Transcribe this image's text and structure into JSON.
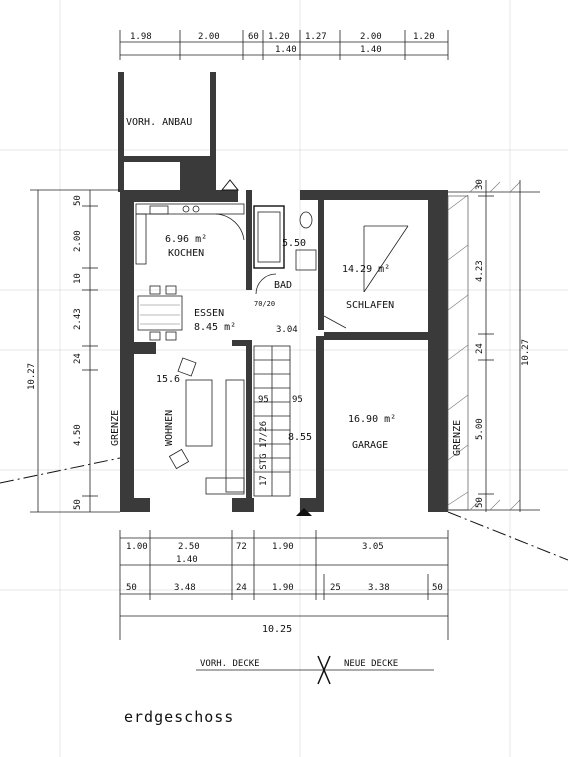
{
  "rooms": {
    "anbau": "VORH. ANBAU",
    "kochen": "KOCHEN",
    "kochen_area": "6.96 m²",
    "bad": "BAD",
    "bad_area": "5.50",
    "essen": "ESSEN",
    "essen_area": "8.45 m²",
    "schlafen": "SCHLAFEN",
    "schlafen_area": "14.29 m²",
    "wohnen": "WOHNEN",
    "wohnen_area": "15.6",
    "flur_area": "8.55",
    "garage": "GARAGE",
    "garage_area": "16.90 m²",
    "grenze_left": "GRENZE",
    "grenze_right": "GRENZE",
    "stair_label": "17 STG 17/26",
    "stair_95a": "95",
    "stair_95b": "95",
    "corridor_304": "3.04",
    "bad_door": "70/20"
  },
  "dims_top": [
    "1.98",
    "2.00",
    "60",
    "1.20",
    "1.27",
    "2.00",
    "1.20"
  ],
  "dims_top2": [
    "1.40",
    "1.40"
  ],
  "dims_left": [
    "50",
    "2.00",
    "10",
    "2.43",
    "24",
    "4.50",
    "50"
  ],
  "dims_left_total": "10.27",
  "dims_right": [
    "30",
    "4.23",
    "24",
    "5.00",
    "50"
  ],
  "dims_right_total": "10.27",
  "dims_bottom1": [
    "1.00",
    "2.50",
    "72",
    "1.90",
    "3.05"
  ],
  "dims_bottom1b": "1.40",
  "dims_bottom2": [
    "50",
    "3.48",
    "24",
    "1.90",
    "25",
    "3.38",
    "50"
  ],
  "dims_total": "10.25",
  "legend": {
    "left": "VORH. DECKE",
    "right": "NEUE DECKE"
  },
  "title": "erdgeschoss"
}
